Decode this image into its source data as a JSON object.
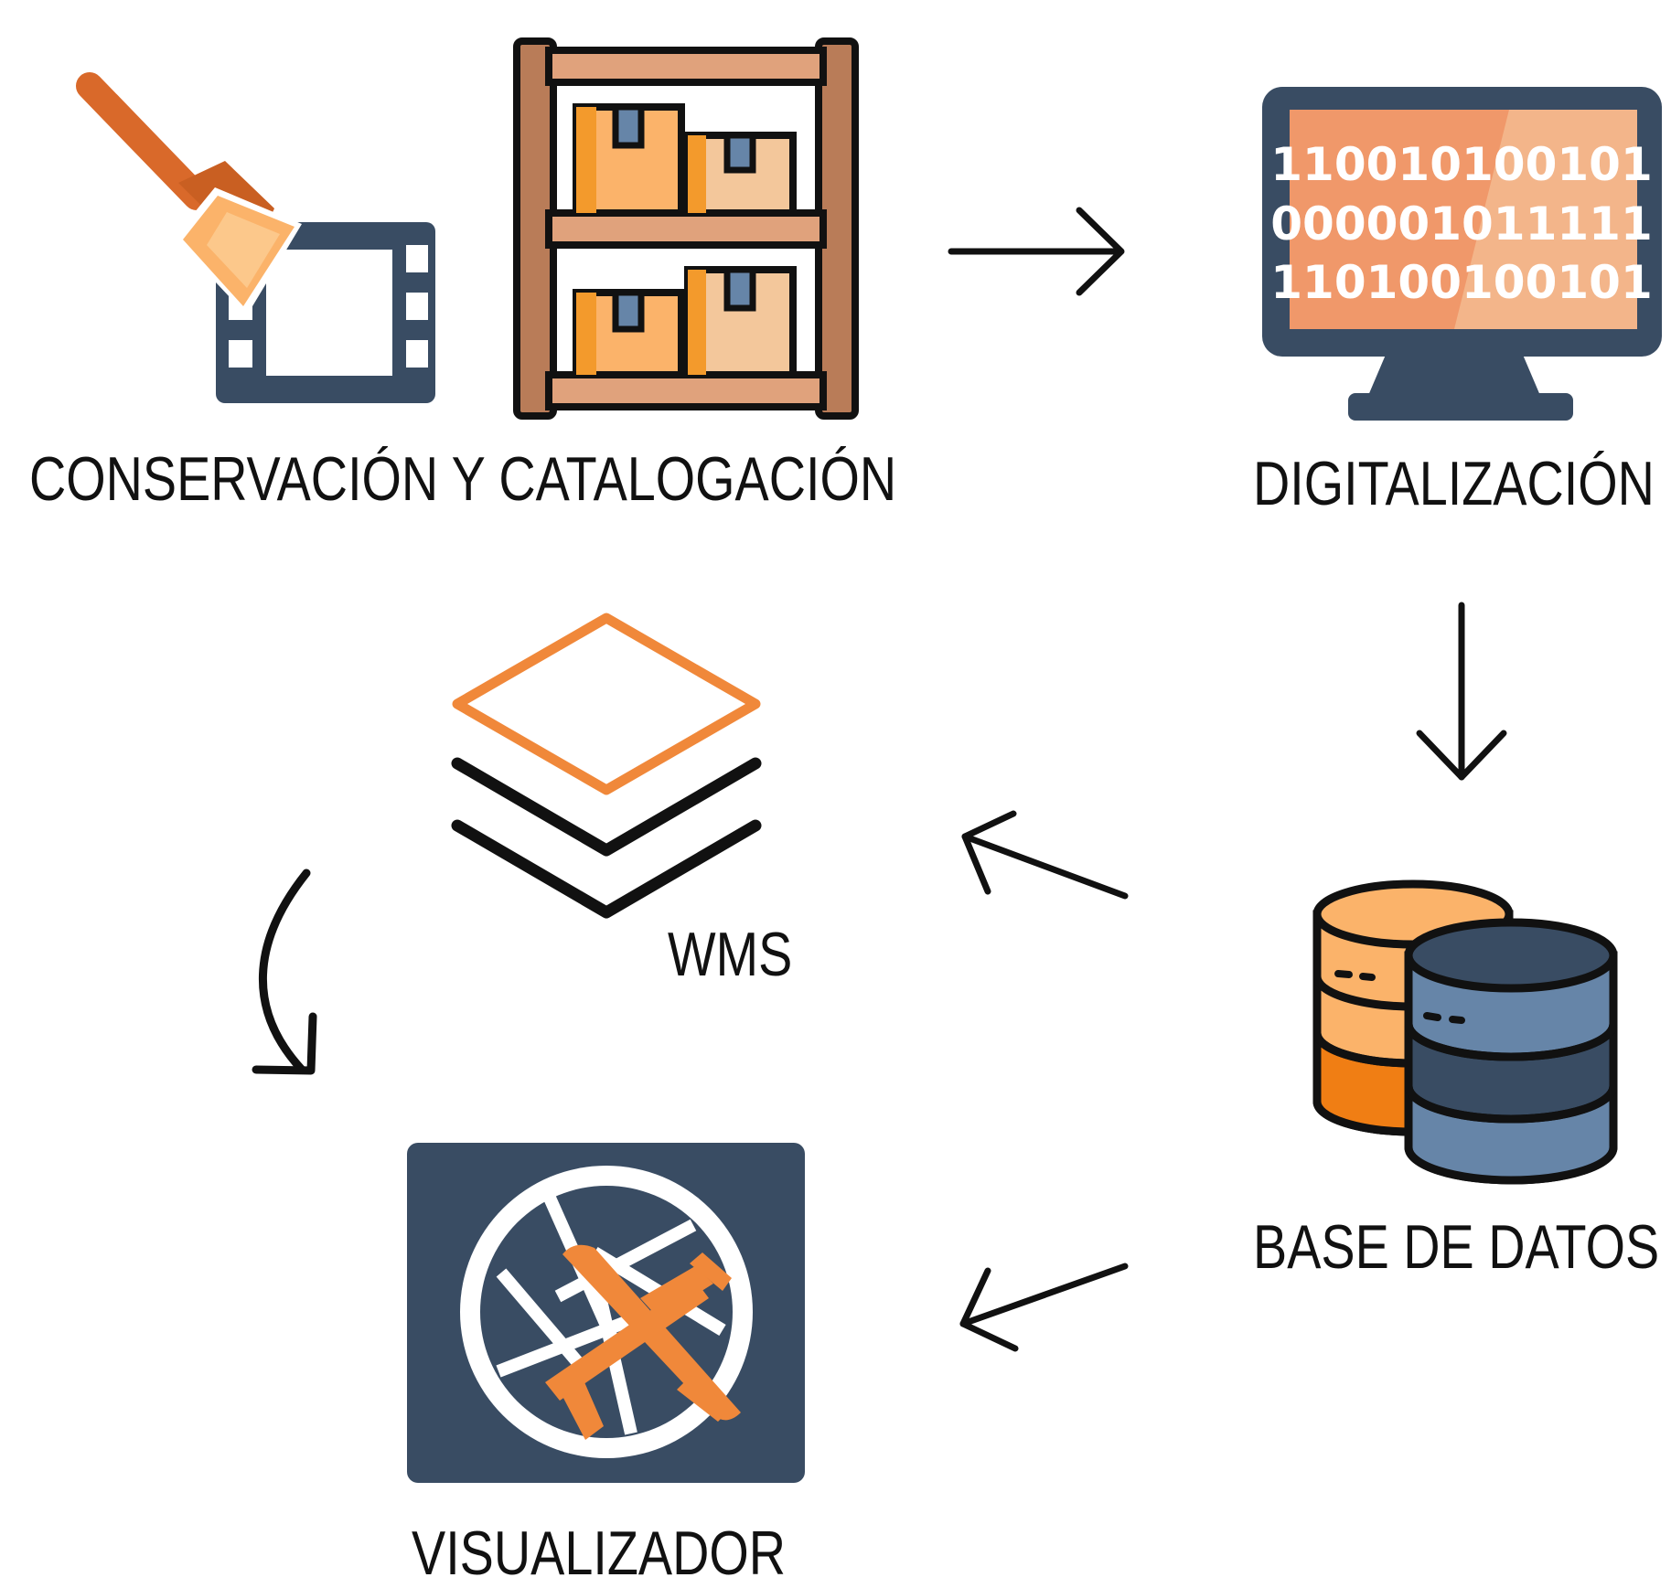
{
  "diagram": {
    "nodes": [
      {
        "id": "conservacion",
        "label": "CONSERVACIÓN Y CATALOGACIÓN",
        "icons": [
          "brush-icon",
          "film-frame-icon",
          "archive-shelf-icon"
        ]
      },
      {
        "id": "digitalizacion",
        "label": "DIGITALIZACIÓN",
        "icons": [
          "computer-monitor-icon"
        ],
        "screen_lines": [
          "110010100101",
          "000001011111",
          "110100100101"
        ]
      },
      {
        "id": "base_datos",
        "label": "BASE DE DATOS",
        "icons": [
          "database-icon"
        ]
      },
      {
        "id": "wms",
        "label": "WMS",
        "icons": [
          "layers-icon"
        ]
      },
      {
        "id": "visualizador",
        "label": "VISUALIZADOR",
        "icons": [
          "aperture-plane-icon"
        ]
      }
    ],
    "edges": [
      {
        "from": "conservacion",
        "to": "digitalizacion"
      },
      {
        "from": "digitalizacion",
        "to": "base_datos"
      },
      {
        "from": "base_datos",
        "to": "wms"
      },
      {
        "from": "base_datos",
        "to": "visualizador"
      },
      {
        "from": "wms",
        "to": "visualizador"
      }
    ]
  },
  "colors": {
    "orange": "#f0883a",
    "orange_dark": "#e06f1f",
    "light_orange": "#fbb36a",
    "peach": "#f3c79b",
    "slate": "#394c63",
    "slate_blue": "#6685a8",
    "brown": "#b97c58",
    "arrow": "#111111"
  }
}
